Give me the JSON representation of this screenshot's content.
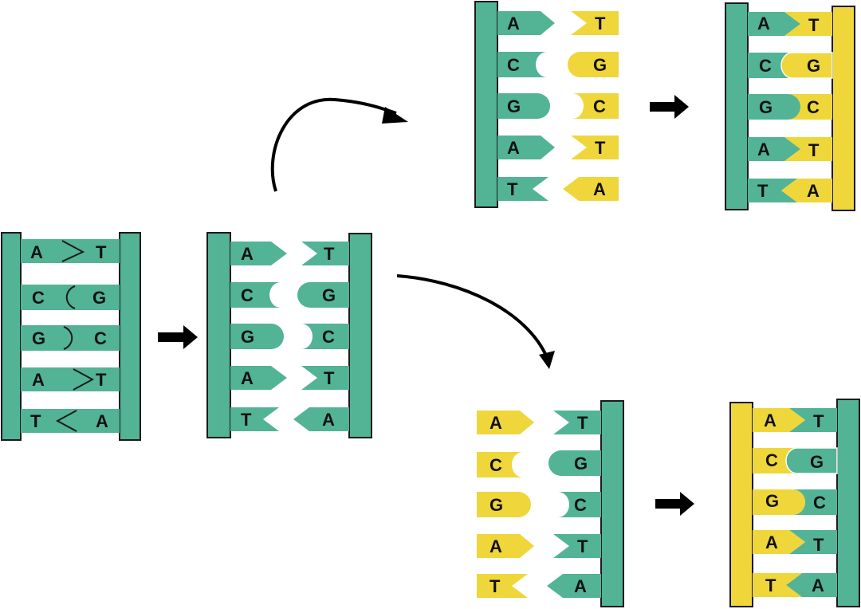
{
  "colors": {
    "parent_strand": "#52b395",
    "new_strand": "#efd63b",
    "outline": "#1a1a1a",
    "arrow": "#000000"
  },
  "strands": {
    "left_bases": [
      "A",
      "C",
      "G",
      "A",
      "T"
    ],
    "right_bases": [
      "T",
      "G",
      "C",
      "T",
      "A"
    ]
  },
  "panels": {
    "original_helix": {
      "left": [
        "A",
        "C",
        "G",
        "A",
        "T"
      ],
      "right": [
        "T",
        "G",
        "C",
        "T",
        "A"
      ]
    },
    "separated_strands": {
      "left": [
        "A",
        "C",
        "G",
        "A",
        "T"
      ],
      "right": [
        "T",
        "G",
        "C",
        "T",
        "A"
      ]
    },
    "top_unpaired": {
      "template": [
        "A",
        "C",
        "G",
        "A",
        "T"
      ],
      "free_nucleotides": [
        "T",
        "G",
        "C",
        "T",
        "A"
      ]
    },
    "top_paired": {
      "template": [
        "A",
        "C",
        "G",
        "A",
        "T"
      ],
      "new_strand": [
        "T",
        "G",
        "C",
        "T",
        "A"
      ]
    },
    "bottom_unpaired": {
      "free_nucleotides": [
        "A",
        "C",
        "G",
        "A",
        "T"
      ],
      "template": [
        "T",
        "G",
        "C",
        "T",
        "A"
      ]
    },
    "bottom_paired": {
      "new_strand": [
        "A",
        "C",
        "G",
        "A",
        "T"
      ],
      "template": [
        "T",
        "G",
        "C",
        "T",
        "A"
      ]
    }
  }
}
